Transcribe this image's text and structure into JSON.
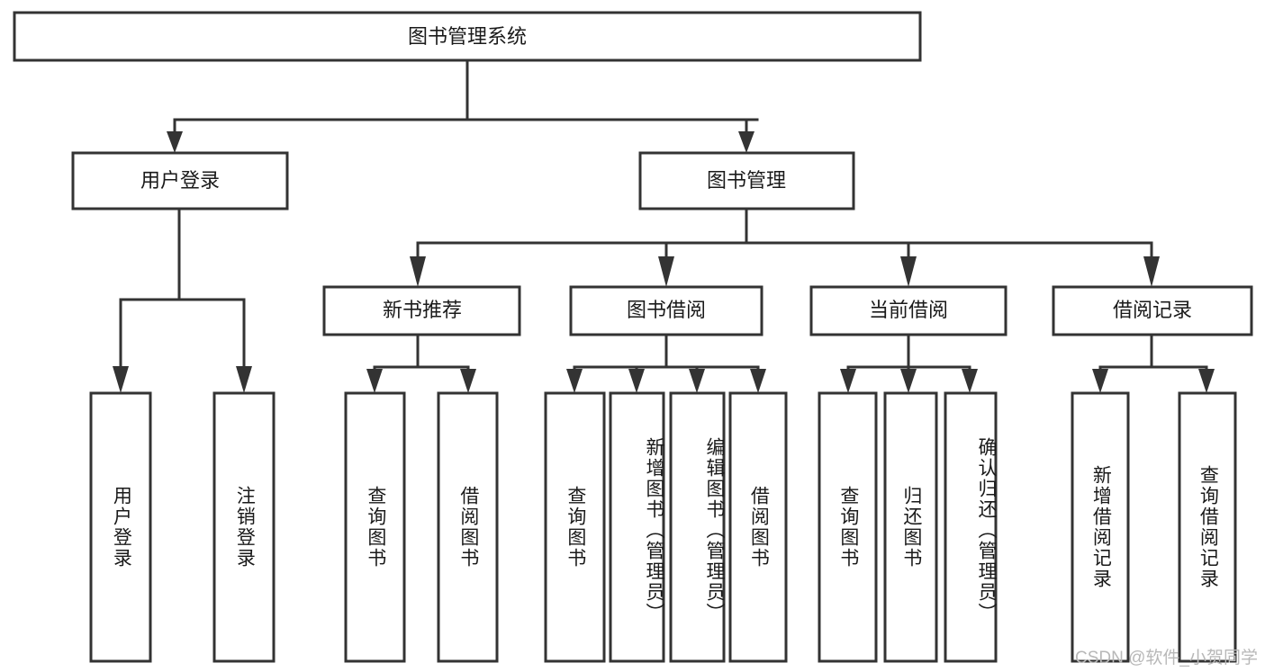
{
  "diagram": {
    "type": "tree",
    "title_node": "图书管理系统",
    "watermark": "CSDN @软件_小贺同学",
    "colors": {
      "stroke": "#333333",
      "fill": "#ffffff",
      "text": "#1a1a1a",
      "watermark": "#b8b8b8"
    },
    "levels": {
      "root": {
        "label": "图书管理系统"
      },
      "level2": [
        {
          "id": "user-login",
          "label": "用户登录"
        },
        {
          "id": "book-management",
          "label": "图书管理"
        }
      ],
      "level3": [
        {
          "id": "new-book-recommend",
          "label": "新书推荐",
          "parent": "book-management"
        },
        {
          "id": "book-borrow",
          "label": "图书借阅",
          "parent": "book-management"
        },
        {
          "id": "current-borrow",
          "label": "当前借阅",
          "parent": "book-management"
        },
        {
          "id": "borrow-record",
          "label": "借阅记录",
          "parent": "book-management"
        }
      ],
      "leaves": [
        {
          "id": "leaf-user-login",
          "label": "用户登录",
          "parent": "user-login"
        },
        {
          "id": "leaf-logout-login",
          "label": "注销登录",
          "parent": "user-login"
        },
        {
          "id": "leaf-query-book-1",
          "label": "查询图书",
          "parent": "new-book-recommend"
        },
        {
          "id": "leaf-borrow-book-1",
          "label": "借阅图书",
          "parent": "new-book-recommend"
        },
        {
          "id": "leaf-query-book-2",
          "label": "查询图书",
          "parent": "book-borrow"
        },
        {
          "id": "leaf-add-book",
          "label": "新增图书（管理员）",
          "parent": "book-borrow"
        },
        {
          "id": "leaf-edit-book",
          "label": "编辑图书（管理员）",
          "parent": "book-borrow"
        },
        {
          "id": "leaf-borrow-book-2",
          "label": "借阅图书",
          "parent": "book-borrow"
        },
        {
          "id": "leaf-query-book-3",
          "label": "查询图书",
          "parent": "current-borrow"
        },
        {
          "id": "leaf-return-book",
          "label": "归还图书",
          "parent": "current-borrow"
        },
        {
          "id": "leaf-confirm-return",
          "label": "确认归还（管理员）",
          "parent": "current-borrow"
        },
        {
          "id": "leaf-add-record",
          "label": "新增借阅记录",
          "parent": "borrow-record"
        },
        {
          "id": "leaf-query-record",
          "label": "查询借阅记录",
          "parent": "borrow-record"
        }
      ]
    }
  }
}
